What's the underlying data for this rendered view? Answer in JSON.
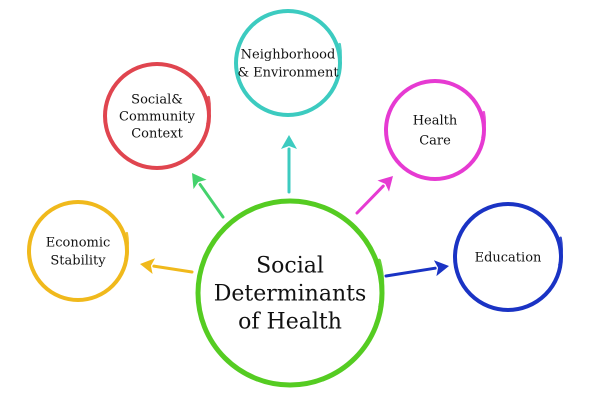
{
  "diagram": {
    "hub": {
      "lines": [
        "Social",
        "Determinants",
        "of Health"
      ],
      "color": "#55cc22"
    },
    "nodes": [
      {
        "id": "economic-stability",
        "lines": [
          "Economic",
          "Stability"
        ],
        "color": "#f0b91c",
        "arrow_color": "#f0b91c"
      },
      {
        "id": "social-community-context",
        "lines": [
          "Social&",
          "Community",
          "Context"
        ],
        "color": "#e0454f",
        "arrow_color": "#44d26c"
      },
      {
        "id": "neighborhood-environment",
        "lines": [
          "Neighborhood",
          "& Environment"
        ],
        "color": "#3ccbc0",
        "arrow_color": "#3ccbc0"
      },
      {
        "id": "health-care",
        "lines": [
          "Health",
          "Care"
        ],
        "color": "#e63ad2",
        "arrow_color": "#e63ad2"
      },
      {
        "id": "education",
        "lines": [
          "Education"
        ],
        "color": "#1a33c4",
        "arrow_color": "#1a33c4"
      }
    ]
  }
}
